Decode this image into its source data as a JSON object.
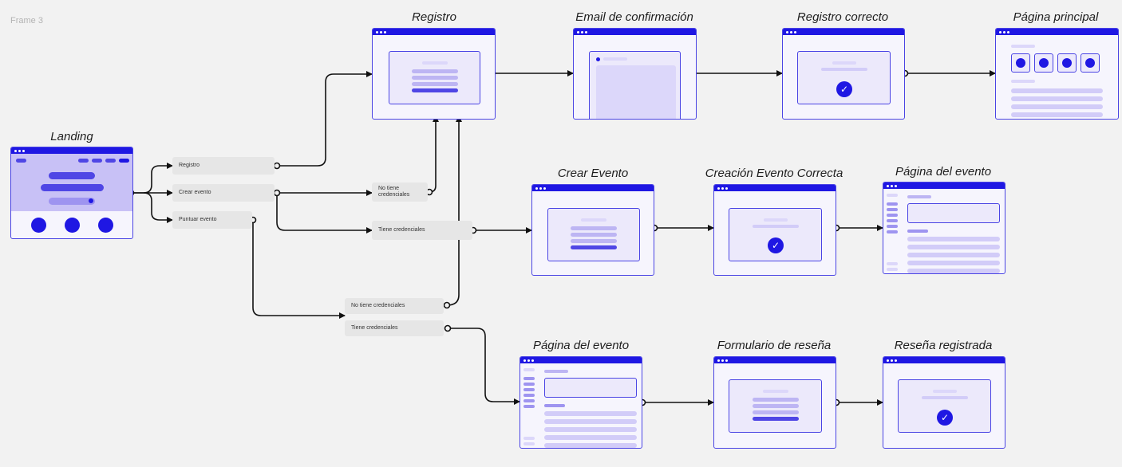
{
  "frame_label": "Frame 3",
  "screens": {
    "landing": "Landing",
    "registro": "Registro",
    "email": "Email de confirmación",
    "registro_correcto": "Registro correcto",
    "pagina_principal": "Página principal",
    "crear_evento": "Crear Evento",
    "creacion_correcta": "Creación Evento Correcta",
    "pagina_evento_1": "Página del evento",
    "pagina_evento_2": "Página del evento",
    "formulario_resena": "Formulario de reseña",
    "resena_registrada": "Reseña registrada"
  },
  "options": {
    "registro": "Registro",
    "crear_evento": "Crear evento",
    "puntuar_evento": "Puntuar evento",
    "no_tiene_1_a": "No tiene",
    "no_tiene_1_b": "credenciales",
    "tiene_1": "Tiene credenciales",
    "no_tiene_2": "No tiene credenciales",
    "tiene_2": "Tiene credenciales"
  },
  "colors": {
    "accent": "#1f17e3",
    "window_border": "#4a44e4",
    "connector": "#111111",
    "pill_bg": "#e6e6e6"
  }
}
